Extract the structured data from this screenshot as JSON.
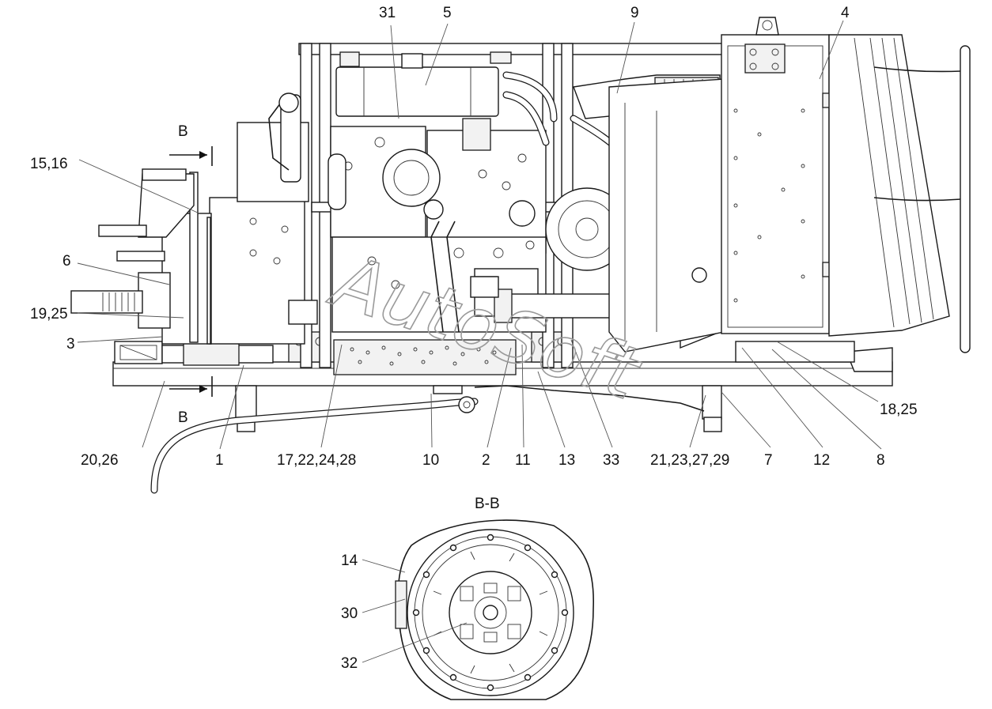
{
  "callouts": {
    "c31": "31",
    "c5": "5",
    "c9": "9",
    "c4": "4",
    "c15_16": "15,16",
    "c6": "6",
    "c19_25": "19,25",
    "c3": "3",
    "c20_26": "20,26",
    "c1": "1",
    "c17_22_24_28": "17,22,24,28",
    "c10": "10",
    "c2": "2",
    "c11": "11",
    "c13": "13",
    "c33": "33",
    "c21_23_27_29": "21,23,27,29",
    "c7": "7",
    "c12": "12",
    "c8": "8",
    "c18_25": "18,25",
    "c14": "14",
    "c30": "30",
    "c32": "32"
  },
  "section": {
    "title": "B-B",
    "mark_top": "B",
    "mark_bottom": "B"
  },
  "watermark": "AutoSoft"
}
